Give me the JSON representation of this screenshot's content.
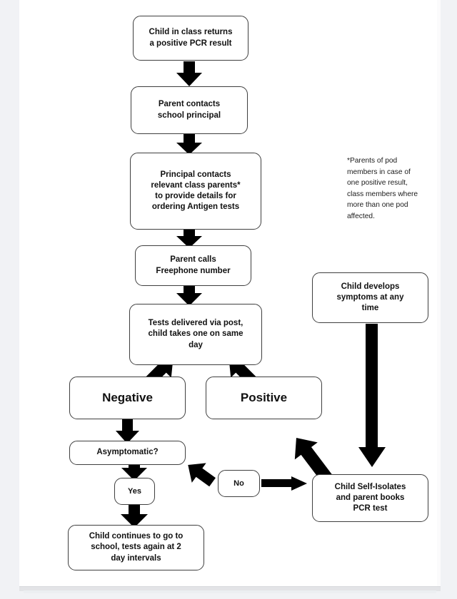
{
  "document": {
    "type": "flowchart",
    "title": "School Antigen Testing Flowchart"
  },
  "footnote": {
    "text": "*Parents of pod members in case of one positive result, class members where more than one pod affected."
  },
  "nodes": [
    {
      "id": "n1",
      "label": "Child in class returns\na positive PCR result"
    },
    {
      "id": "n2",
      "label": "Parent contacts\nschool principal"
    },
    {
      "id": "n3",
      "label": "Principal contacts\nrelevant class parents*\nto provide details for\nordering Antigen tests"
    },
    {
      "id": "n4",
      "label": "Parent calls\nFreephone number"
    },
    {
      "id": "n5",
      "label": "Tests delivered via post,\nchild takes one on same\nday"
    },
    {
      "id": "n6",
      "label": "Negative"
    },
    {
      "id": "n7",
      "label": "Positive"
    },
    {
      "id": "n8",
      "label": "Child develops\nsymptoms at any\ntime"
    },
    {
      "id": "n9",
      "label": "Asymptomatic?"
    },
    {
      "id": "n10",
      "label": "Yes"
    },
    {
      "id": "n11",
      "label": "No"
    },
    {
      "id": "n12",
      "label": "Child Self-Isolates\nand parent books\nPCR test"
    },
    {
      "id": "n13",
      "label": "Child continues to go to\nschool, tests again at 2\nday intervals"
    }
  ],
  "edges": [
    {
      "from": "n1",
      "to": "n2",
      "direction": "down"
    },
    {
      "from": "n2",
      "to": "n3",
      "direction": "down"
    },
    {
      "from": "n3",
      "to": "n4",
      "direction": "down"
    },
    {
      "from": "n4",
      "to": "n5",
      "direction": "down"
    },
    {
      "from": "n5",
      "to": "n6",
      "direction": "diagonal-down-left"
    },
    {
      "from": "n5",
      "to": "n7",
      "direction": "diagonal-down-right"
    },
    {
      "from": "n6",
      "to": "n9",
      "direction": "down"
    },
    {
      "from": "n9",
      "to": "n10",
      "direction": "down"
    },
    {
      "from": "n9",
      "to": "n11",
      "direction": "diagonal-down-right"
    },
    {
      "from": "n10",
      "to": "n13",
      "direction": "down"
    },
    {
      "from": "n11",
      "to": "n12",
      "direction": "right"
    },
    {
      "from": "n7",
      "to": "n12",
      "direction": "diagonal-down-right"
    },
    {
      "from": "n8",
      "to": "n12",
      "direction": "down"
    }
  ],
  "colors": {
    "page_background": "#f1f2f5",
    "sheet_background": "#ffffff",
    "box_border": "#3f3f3f",
    "arrow_fill": "#000000",
    "text": "#111111"
  }
}
